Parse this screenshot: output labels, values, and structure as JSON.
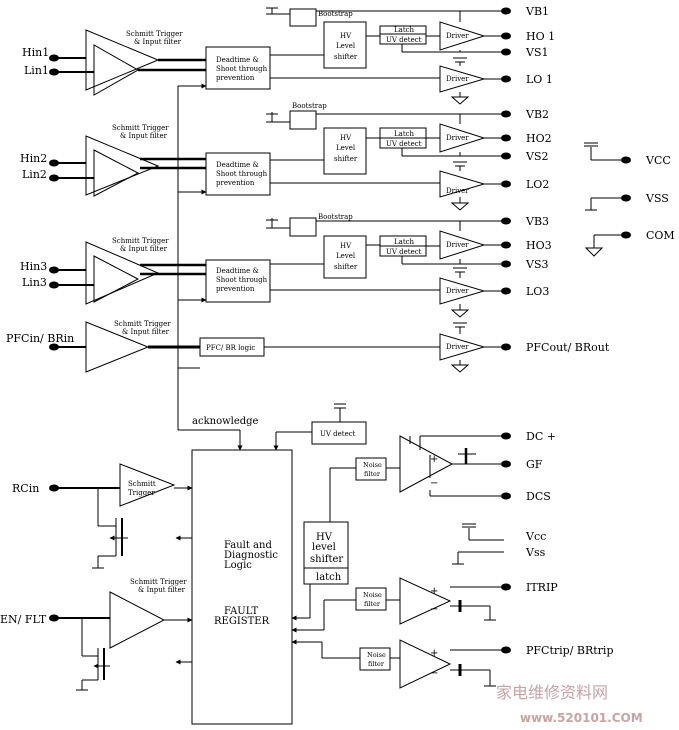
{
  "inputs": {
    "hin1": "Hin1",
    "lin1": "Lin1",
    "hin2": "Hin2",
    "lin2": "Lin2",
    "hin3": "Hin3",
    "lin3": "Lin3",
    "pfcin": "PFCin/ BRin",
    "rcin": "RCin",
    "en_flt": "EN/ FLT"
  },
  "outputs": {
    "vb1": "VB1",
    "ho1": "HO 1",
    "vs1": "VS1",
    "lo1": "LO 1",
    "vb2": "VB2",
    "ho2": "HO2",
    "vs2": "VS2",
    "lo2": "LO2",
    "vb3": "VB3",
    "ho3": "HO3",
    "vs3": "VS3",
    "lo3": "LO3",
    "pfcout": "PFCout/ BRout",
    "dc_plus": "DC +",
    "gf": "GF",
    "dcs": "DCS",
    "vcc2": "Vcc",
    "vss2": "Vss",
    "itrip": "ITRIP",
    "pfctrip": "PFCtrip/ BRtrip"
  },
  "legend": {
    "vcc": "VCC",
    "vss": "VSS",
    "com": "COM"
  },
  "blocks": {
    "schmitt_input_1": "Schmitt Trigger",
    "schmitt_input_2": "& Input filter",
    "schmitt": "Schmitt",
    "trigger": "Trigger",
    "deadtime_1": "Deadtime &",
    "deadtime_2": "Shoot through",
    "deadtime_3": "prevention",
    "hv_1": "HV",
    "hv_2": "Level",
    "hv_3": "shifter",
    "latch": "Latch",
    "uv_detect": "UV detect",
    "driver": "Driver",
    "bootstrap": "Bootstrap",
    "pfc_logic": "PFC/ BR logic",
    "acknowledge": "acknowledge",
    "noise_1": "Noise",
    "noise_2": "filter",
    "fault_1": "Fault and",
    "fault_2": "Diagnostic",
    "fault_3": "Logic",
    "fault_4": "FAULT",
    "fault_5": "REGISTER",
    "hv_big_1": "HV",
    "hv_big_2": "level",
    "hv_big_3": "shifter",
    "latch_big": "latch",
    "plus": "+",
    "minus": "−"
  },
  "watermark": {
    "line1": "家电维修资料网",
    "line2": "www.520101.COM"
  }
}
